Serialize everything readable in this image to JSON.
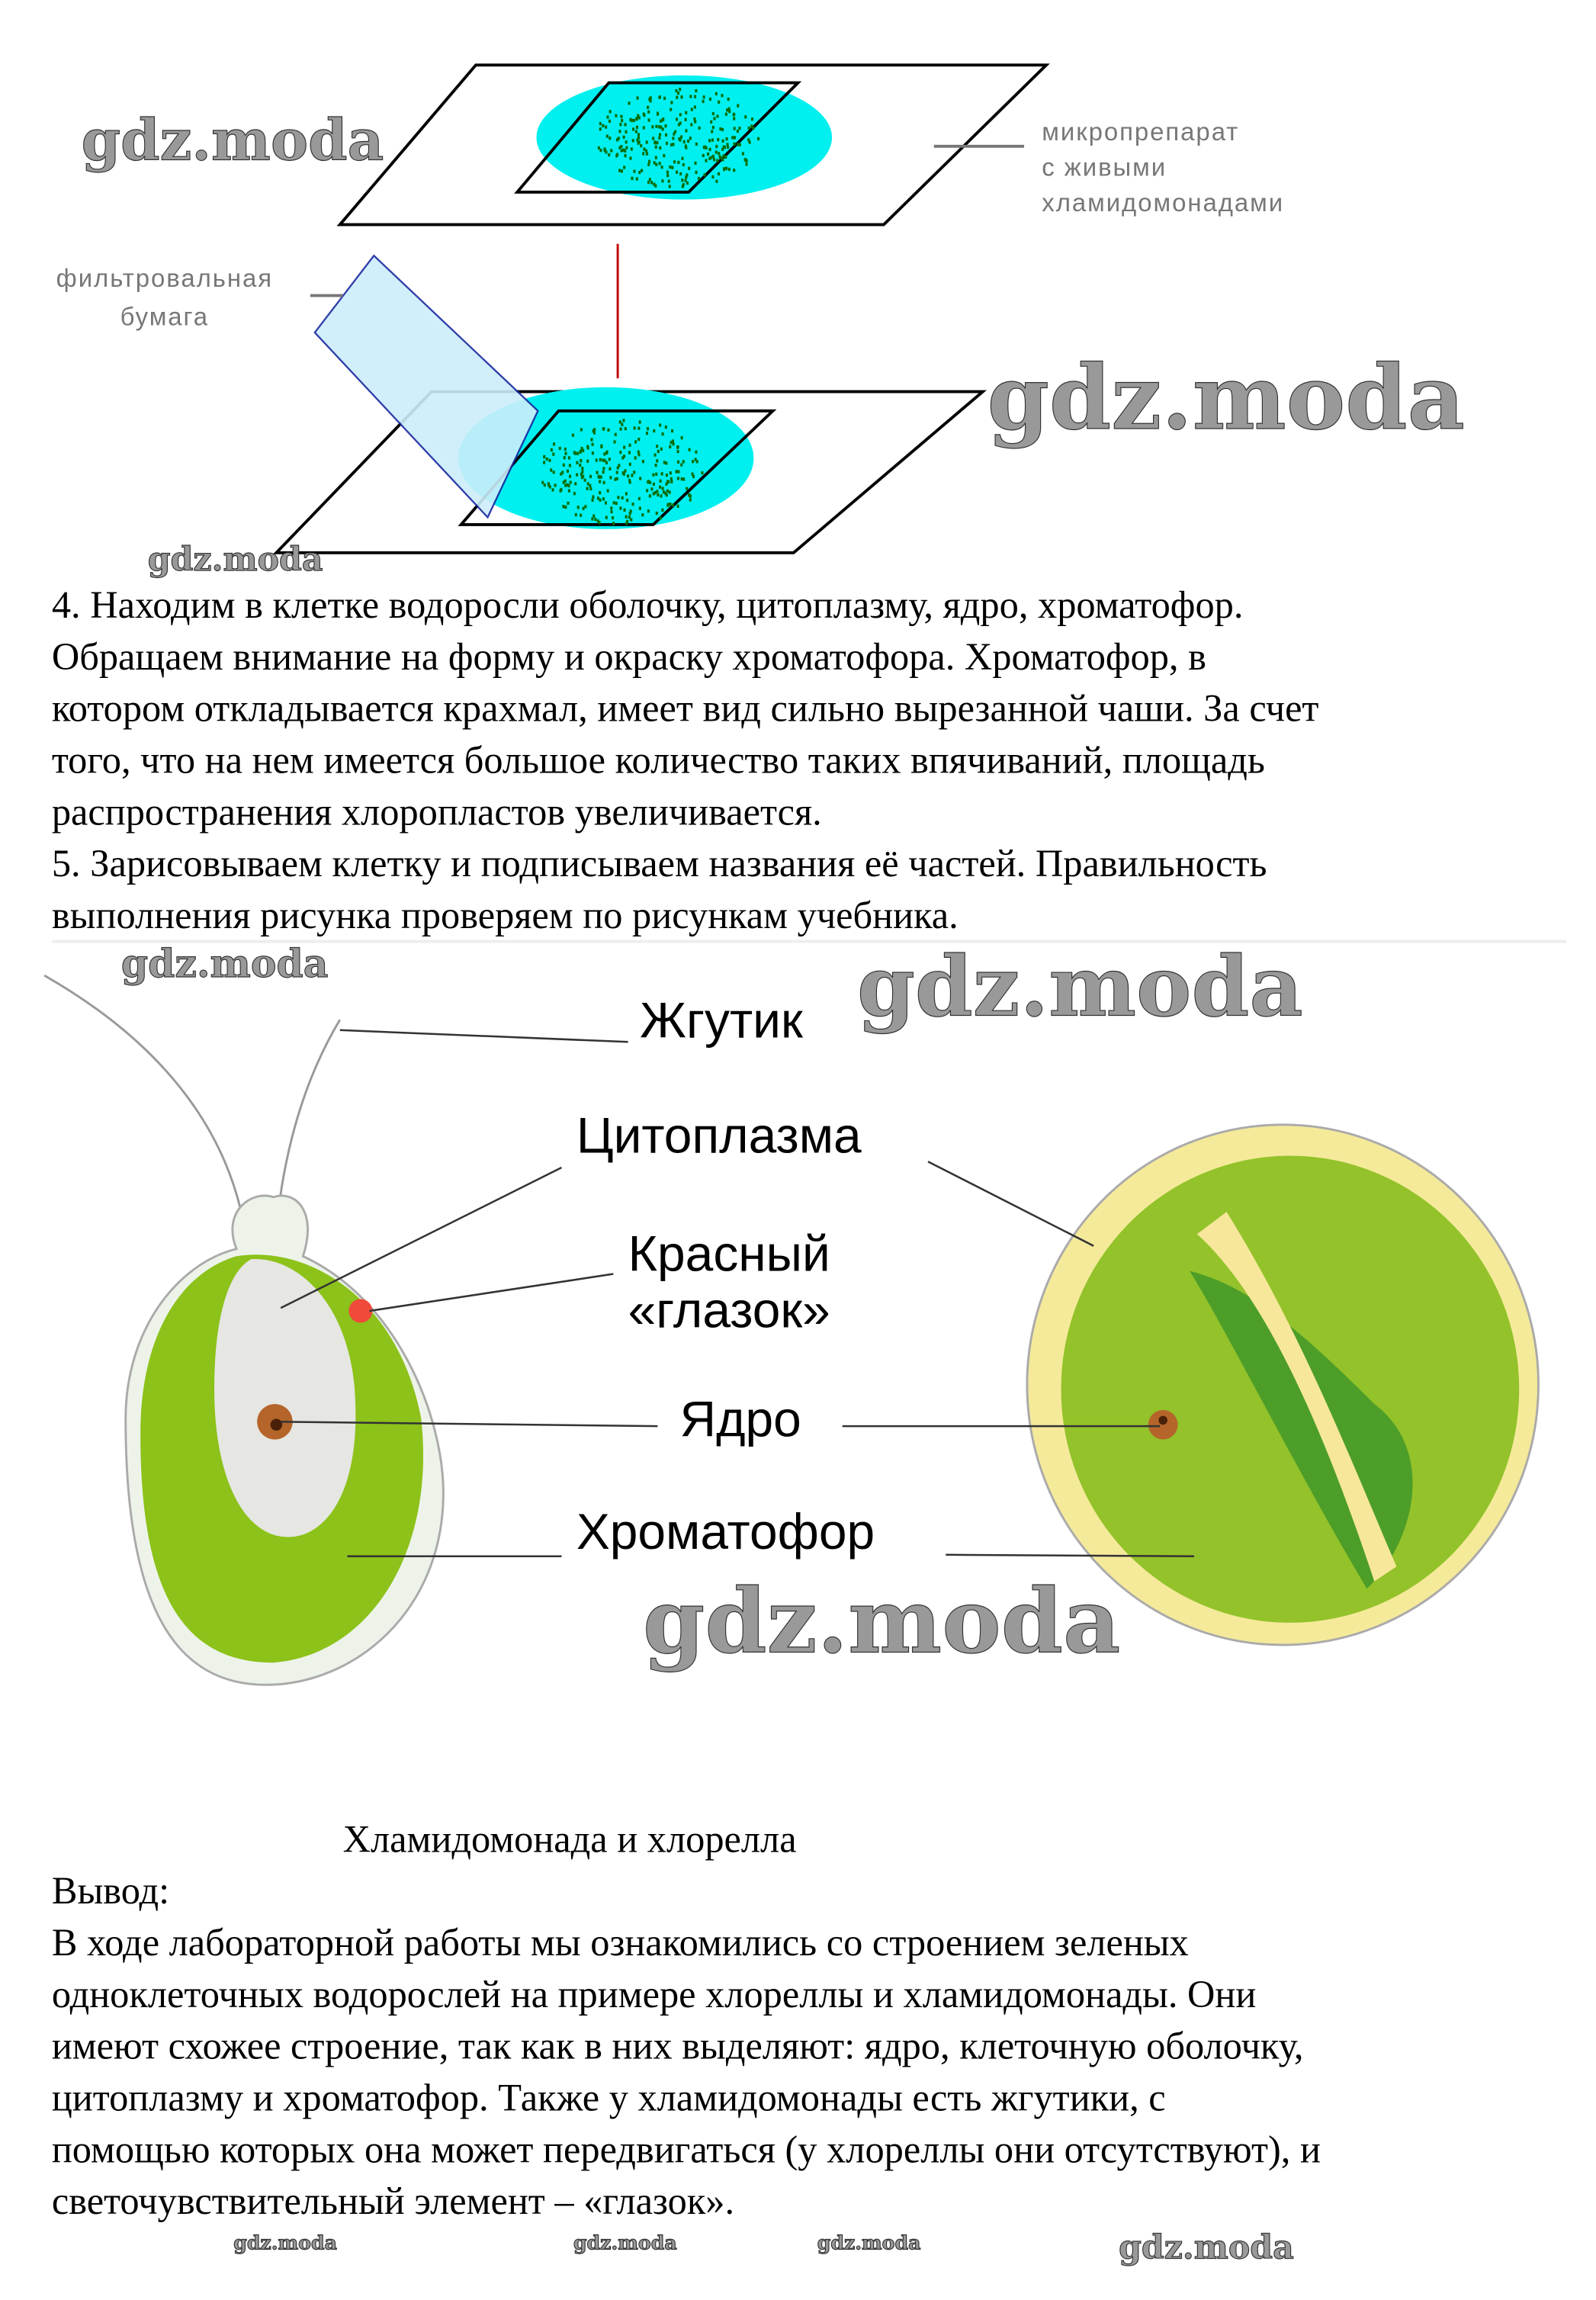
{
  "diagram_top": {
    "label_slide": [
      "микропрепарат",
      "с живыми",
      "хламидомонадами"
    ],
    "label_paper": [
      "фильтровальная",
      "бумага"
    ]
  },
  "paragraphs": {
    "step4": [
      "4. Находим в клетке водоросли оболочку, цитоплазму, ядро, хроматофор.",
      "Обращаем внимание на форму и окраску хроматофора. Хроматофор, в",
      "котором откладывается крахмал, имеет вид сильно вырезанной чаши. За счет",
      "того, что на нем имеется большое количество таких впячиваний, площадь",
      "распространения хлоропластов увеличивается."
    ],
    "step5": [
      "5. Зарисовываем клетку и подписываем названия её частей. Правильность",
      "выполнения рисунка проверяем по рисункам учебника."
    ]
  },
  "diagram_cells": {
    "labels": {
      "flagellum": "Жгутик",
      "cytoplasm": "Цитоплазма",
      "eyespot": [
        "Красный",
        "«глазок»"
      ],
      "nucleus": "Ядро",
      "chromatophore": "Хроматофор"
    },
    "caption": "Хламидомонада и хлорелла"
  },
  "conclusion": {
    "heading": "Вывод:",
    "lines": [
      "В ходе лабораторной работы мы ознакомились со строением зеленых",
      "одноклеточных водорослей на примере хлореллы и хламидомонады. Они",
      "имеют схожее строение, так как в них выделяют: ядро, клеточную оболочку,",
      "цитоплазму и хроматофор. Также у хламидомонады есть жгутики, с",
      "помощью которых она может передвигаться (у хлореллы они отсутствуют), и",
      "светочувствительный элемент – «глазок»."
    ]
  },
  "watermark": "gdz.moda"
}
